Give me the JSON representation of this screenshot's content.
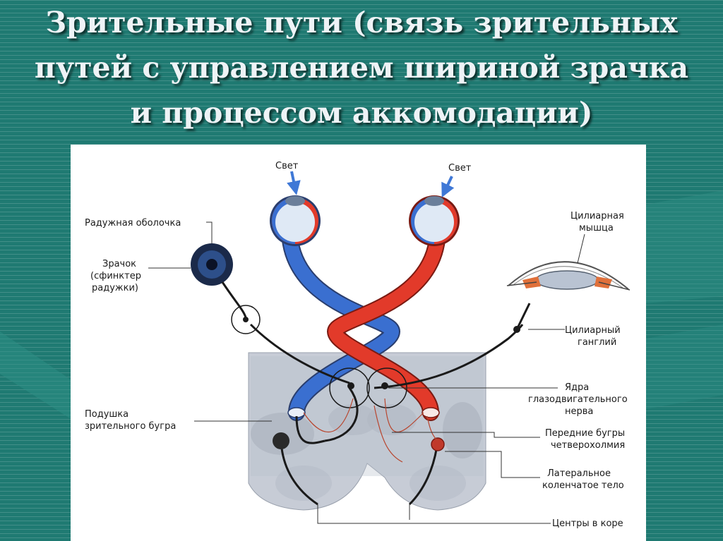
{
  "title": {
    "line1": "Зрительные пути (связь зрительных",
    "line2": "путей с управлением шириной зрачка",
    "line3": "и процессом аккомодации)"
  },
  "labels": {
    "light_left": "Свет",
    "light_right": "Свет",
    "iris": "Радужная оболочка",
    "pupil_1": "Зрачок",
    "pupil_2": "(сфинктер",
    "pupil_3": "радужки)",
    "ciliary_muscle_1": "Цилиарная",
    "ciliary_muscle_2": "мышца",
    "ciliary_ganglion_1": "Цилиарный",
    "ciliary_ganglion_2": "ганглий",
    "nuclei_1": "Ядра",
    "nuclei_2": "глазодвигательного",
    "nuclei_3": "нерва",
    "pulvinar_1": "Подушка",
    "pulvinar_2": "зрительного бугра",
    "colliculi_1": "Передние бугры",
    "colliculi_2": "четверохолмия",
    "lgn_1": "Латеральное",
    "lgn_2": "коленчатое тело",
    "cortex": "Центры в коре"
  },
  "colors": {
    "background": "#1f7a72",
    "title_text": "#eef3f6",
    "optic_blue": "#3a6fd0",
    "optic_red": "#e23a2a",
    "brain_gray": "#c7ccd6",
    "arrow_blue": "#3f78d6"
  }
}
